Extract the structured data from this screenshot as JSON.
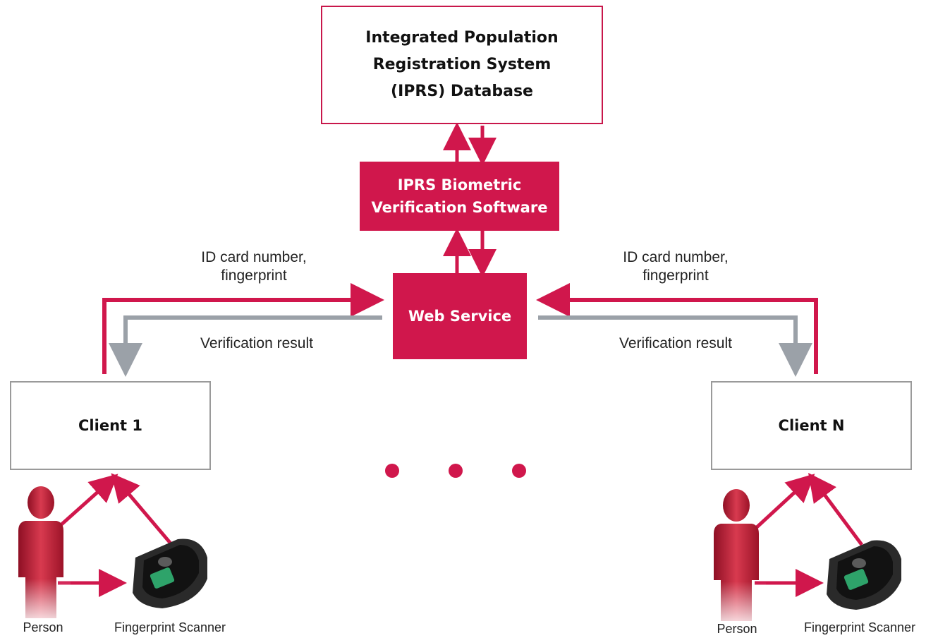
{
  "nodes": {
    "database": "Integrated Population\nRegistration System\n(IPRS) Database",
    "software": "IPRS Biometric\nVerification Software",
    "web_service": "Web Service",
    "client_1": "Client 1",
    "client_n": "Client N"
  },
  "edge_labels": {
    "request_left": "ID card number,\nfingerprint",
    "request_right": "ID card number,\nfingerprint",
    "result_left": "Verification result",
    "result_right": "Verification result"
  },
  "actors": {
    "person_left": "Person",
    "scanner_left": "Fingerprint Scanner",
    "person_right": "Person",
    "scanner_right": "Fingerprint Scanner"
  },
  "colors": {
    "accent": "#d0174c",
    "return_path": "#9ba1a8",
    "client_border": "#9a9a9a"
  }
}
